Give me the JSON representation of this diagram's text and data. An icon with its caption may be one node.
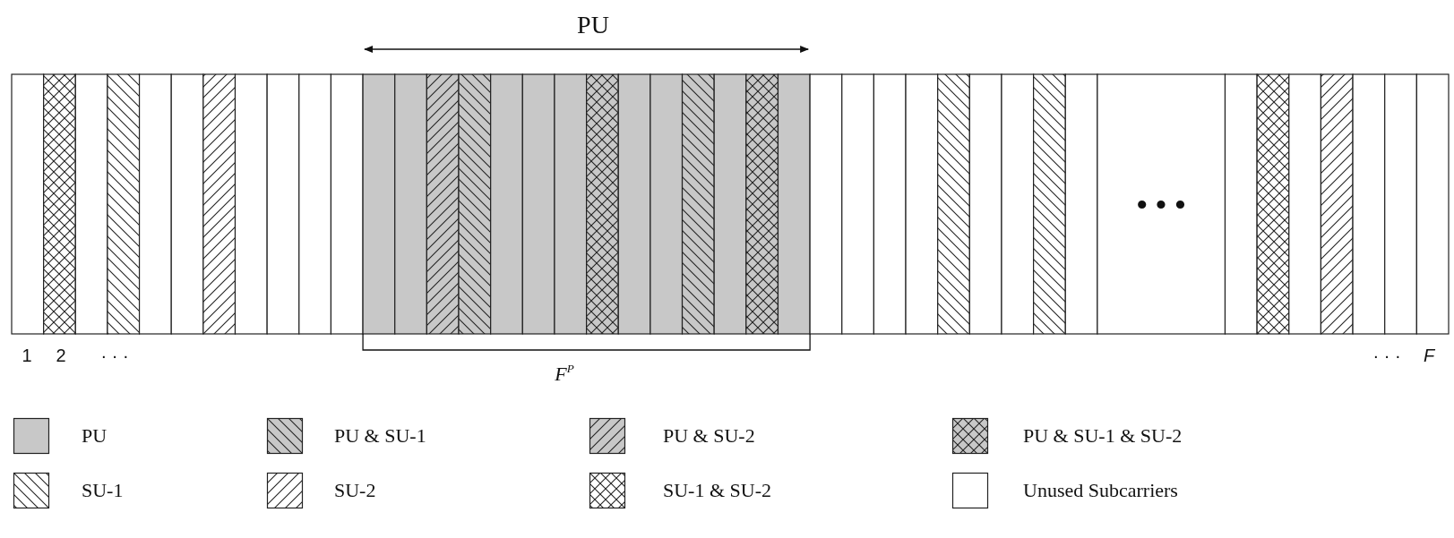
{
  "diagram": {
    "labels": [
      "PU",
      "• • •",
      "1",
      "2",
      "· · ·",
      "F$^{P}$",
      "· · ·",
      "F"
    ],
    "legend": [
      {
        "text": "PU",
        "color": "#c8c8c8"
      },
      {
        "text": "PU & SU-1"
      },
      {
        "text": "PU & SU-2"
      },
      {
        "text": "PU & SU-1 & SU-2"
      },
      {
        "text": "SU-1"
      },
      {
        "text": "SU-2"
      },
      {
        "text": "SU-1 & SU-2"
      },
      {
        "text": "Unused Subcarriers"
      }
    ]
  }
}
